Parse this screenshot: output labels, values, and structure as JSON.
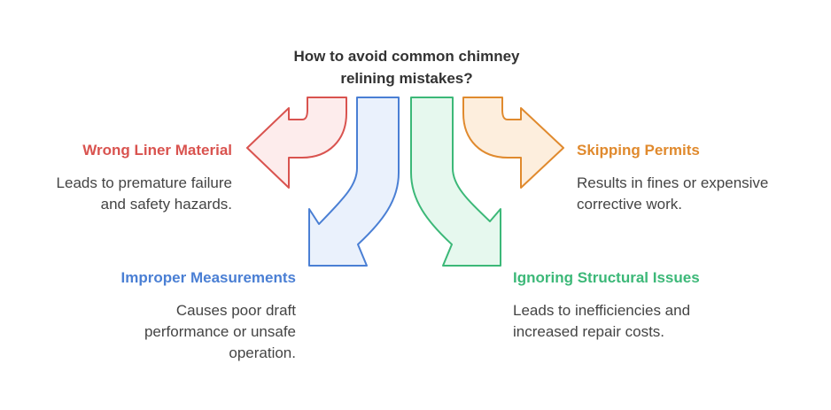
{
  "title": {
    "line1": "How to avoid common chimney",
    "line2": "relining mistakes?"
  },
  "colors": {
    "red": "#d9534f",
    "red_fill": "#fdecec",
    "blue": "#4a7fd4",
    "blue_fill": "#eaf1fc",
    "green": "#3cb878",
    "green_fill": "#e6f8ee",
    "orange": "#e08a2e",
    "orange_fill": "#fdeedd"
  },
  "items": [
    {
      "key": "wrong-liner-material",
      "title": "Wrong Liner Material",
      "desc_lines": [
        "Leads to premature failure",
        "and safety hazards."
      ]
    },
    {
      "key": "improper-measurements",
      "title": "Improper Measurements",
      "desc_lines": [
        "Causes poor draft",
        "performance or unsafe",
        "operation."
      ]
    },
    {
      "key": "ignoring-structural-issues",
      "title": "Ignoring Structural Issues",
      "desc_lines": [
        "Leads to inefficiencies and",
        "increased repair costs."
      ]
    },
    {
      "key": "skipping-permits",
      "title": "Skipping Permits",
      "desc_lines": [
        "Results in fines or expensive",
        "corrective work."
      ]
    }
  ]
}
